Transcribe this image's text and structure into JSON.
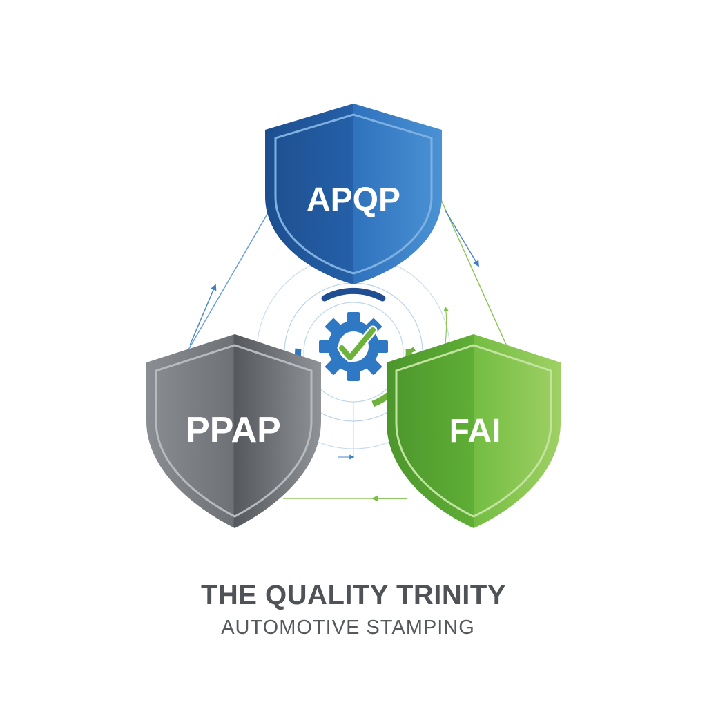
{
  "title": "THE QUALITY TRINITY",
  "subtitle": "AUTOMOTIVE STAMPING",
  "shields": [
    {
      "label": "APQP",
      "color_light": "#4a90d0",
      "color_dark": "#1f5a9e"
    },
    {
      "label": "PPAP",
      "color_light": "#9b9ea3",
      "color_dark": "#5c5f64"
    },
    {
      "label": "FAI",
      "color_light": "#8cc84e",
      "color_dark": "#4f9a2e"
    }
  ],
  "center_icon": "gear-checkmark-icon",
  "colors": {
    "blue": "#2f6fb8",
    "green": "#6cb23c",
    "gray": "#6b6e73",
    "text": "#4f5257"
  }
}
